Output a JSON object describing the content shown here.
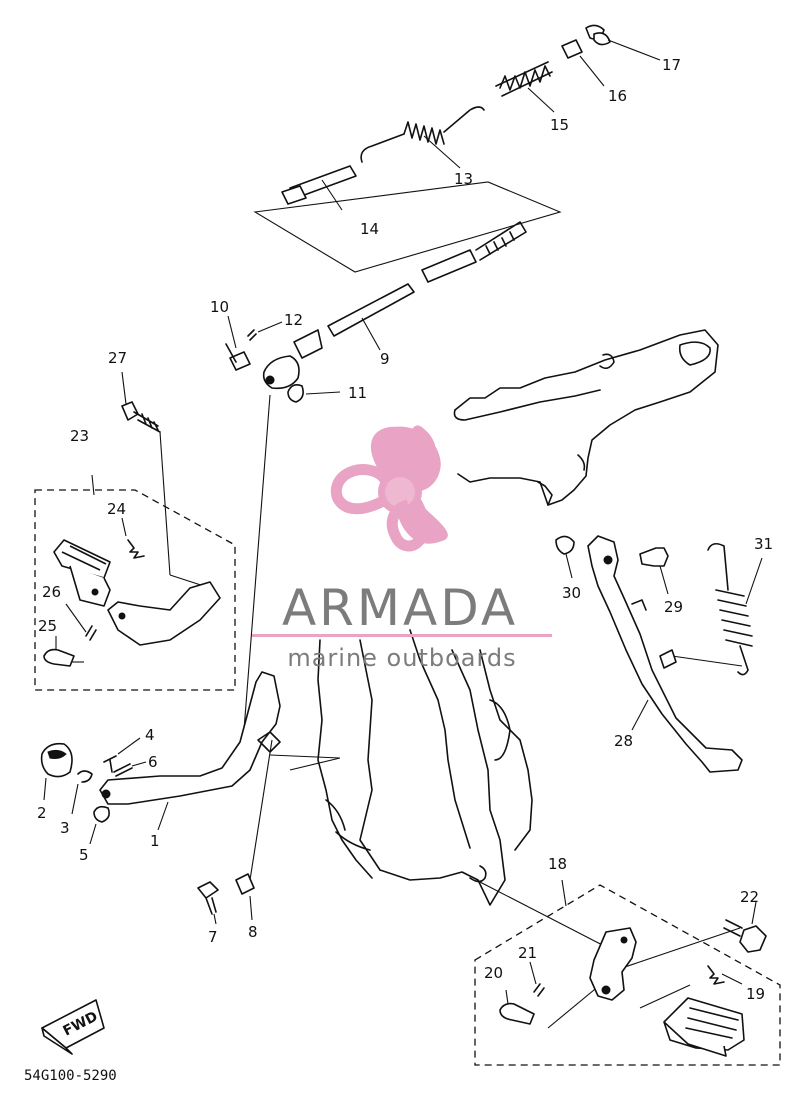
{
  "diagram": {
    "code": "54G100-5290",
    "fwd_label": "FWD",
    "callouts": [
      "1",
      "2",
      "3",
      "4",
      "5",
      "6",
      "7",
      "8",
      "9",
      "10",
      "11",
      "12",
      "13",
      "14",
      "15",
      "16",
      "17",
      "18",
      "19",
      "20",
      "21",
      "22",
      "23",
      "24",
      "25",
      "26",
      "27",
      "28",
      "29",
      "30",
      "31"
    ]
  },
  "watermark": {
    "brand": "ARMADA",
    "tagline": "marine outboards",
    "colors": {
      "logo": "#e9a3c4",
      "text": "#7c7c7c",
      "rule": "#e9a3c4"
    }
  },
  "colors": {
    "ink": "#111111",
    "background": "#ffffff"
  }
}
